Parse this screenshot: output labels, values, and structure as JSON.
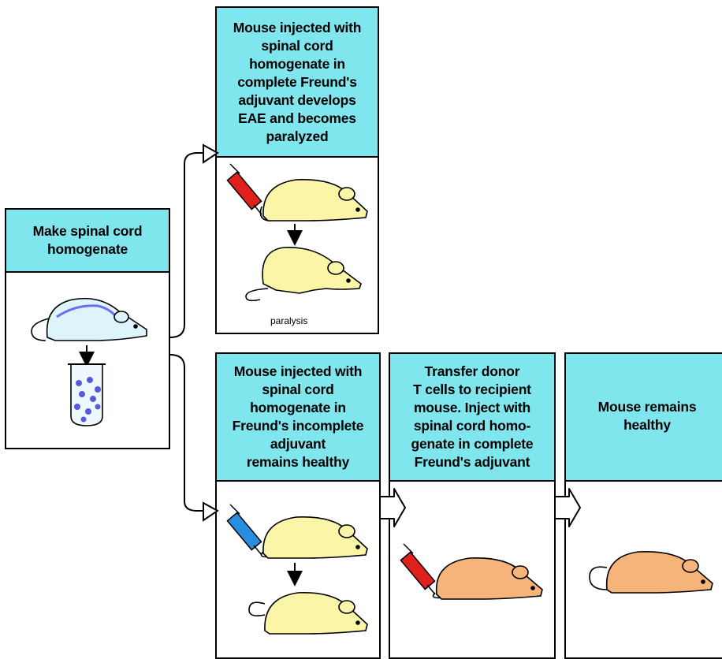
{
  "panels": {
    "make_homogenate": {
      "title": "Make spinal cord\nhomogenate"
    },
    "complete_adjuvant": {
      "title": "Mouse injected with\nspinal cord\nhomogenate in\ncomplete Freund's\nadjuvant develops\nEAE and becomes\nparalyzed",
      "caption": "paralysis"
    },
    "incomplete_adjuvant": {
      "title": "Mouse injected with\nspinal cord\nhomogenate in\nFreund's incomplete\nadjuvant\nremains healthy"
    },
    "transfer": {
      "title": "Transfer donor\nT cells to recipient\nmouse. Inject with\nspinal cord homo-\ngenate in complete\nFreund's adjuvant"
    },
    "remains_healthy": {
      "title": "Mouse remains\nhealthy"
    }
  },
  "colors": {
    "header_bg": "#80e6ee",
    "donor_mouse": "#dcf4fa",
    "injected_mouse": "#fbf5a8",
    "recipient_mouse": "#f7b47a",
    "syringe_red": "#e0201c",
    "syringe_blue": "#2a8ee0"
  }
}
